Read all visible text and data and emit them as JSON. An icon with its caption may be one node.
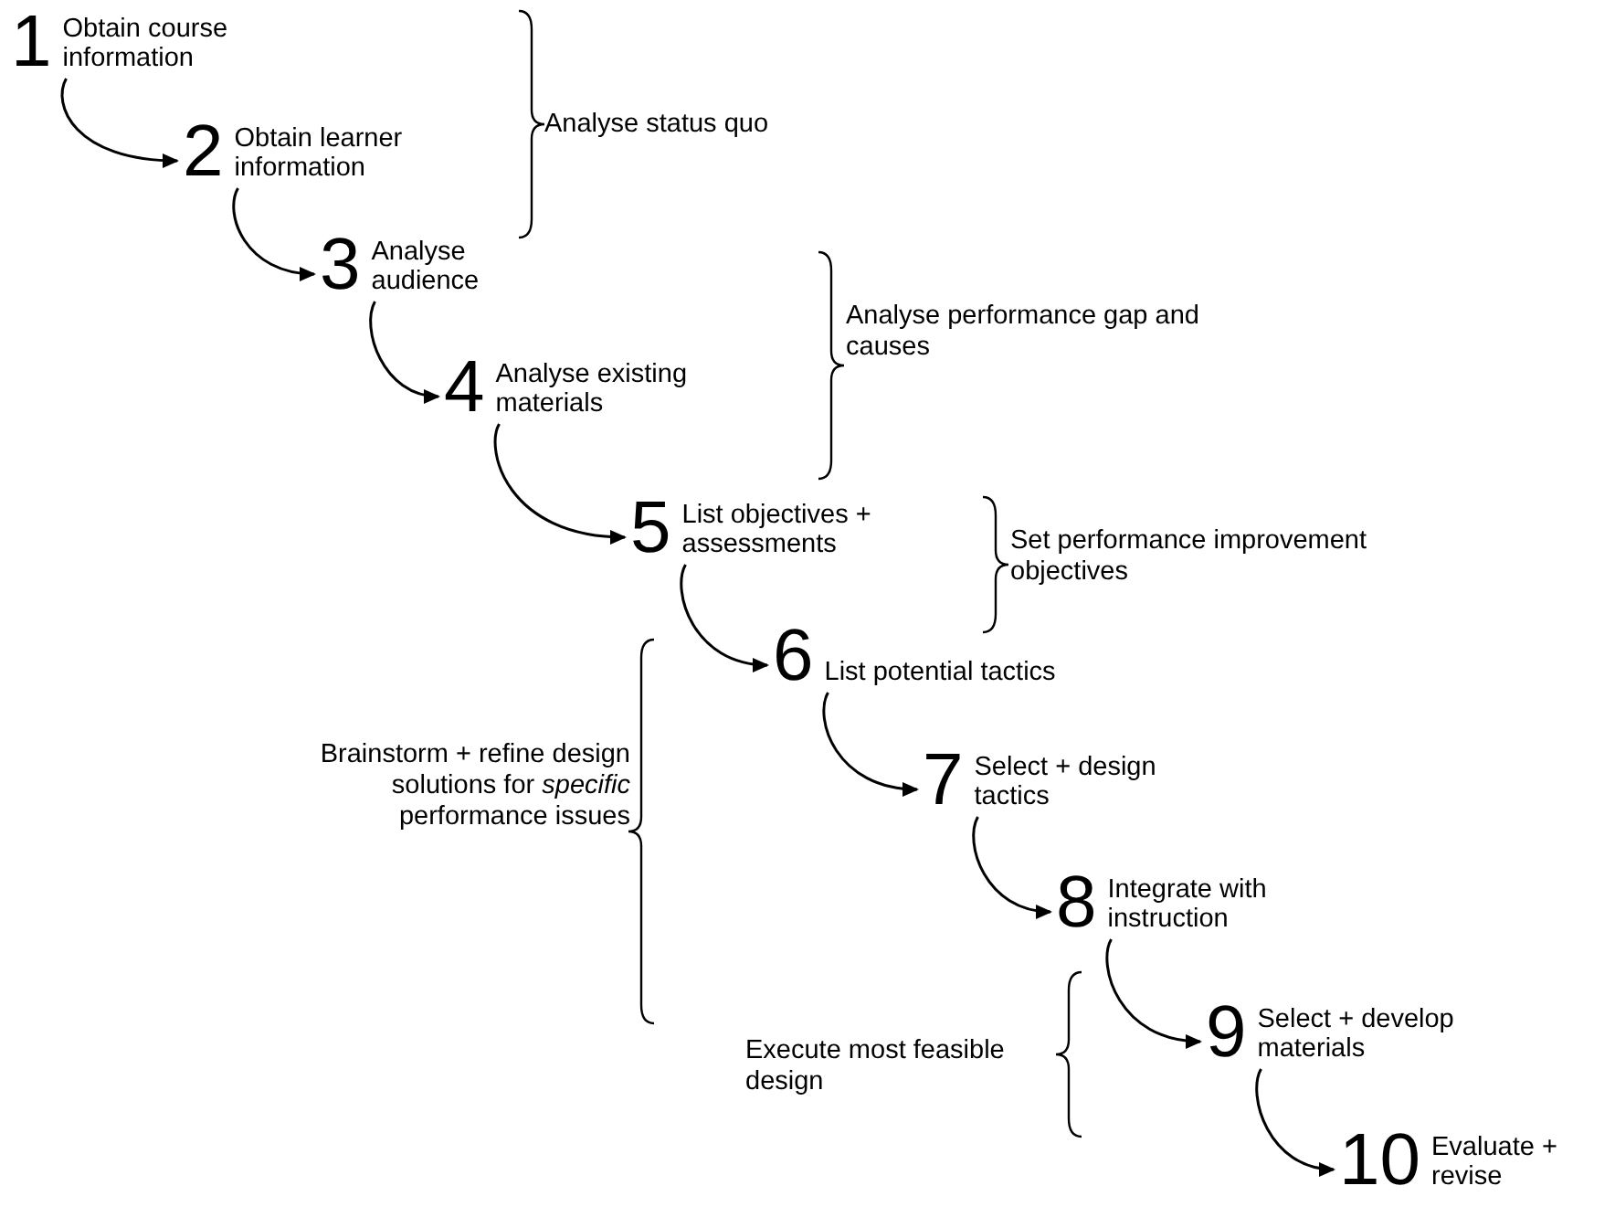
{
  "diagram": {
    "nodes": [
      {
        "text": [
          "1",
          "Obtain course information"
        ]
      },
      {
        "text": [
          "2",
          "Obtain learner information"
        ]
      },
      {
        "text": [
          "3",
          "Analyse audience"
        ]
      },
      {
        "text": [
          "4",
          "Analyse existing materials"
        ]
      },
      {
        "text": [
          "5",
          "List objectives + assessments"
        ]
      },
      {
        "text": [
          "6",
          "List potential tactics"
        ]
      },
      {
        "text": [
          "7",
          "Select + design tactics"
        ]
      },
      {
        "text": [
          "8",
          "Integrate with instruction"
        ]
      },
      {
        "text": [
          "9",
          "Select + develop materials"
        ]
      },
      {
        "text": [
          "10",
          "Evaluate + revise"
        ]
      }
    ],
    "edges": [
      {
        "from": 0,
        "to": 1,
        "arrow": "to"
      },
      {
        "from": 1,
        "to": 2,
        "arrow": "to"
      },
      {
        "from": 2,
        "to": 3,
        "arrow": "to"
      },
      {
        "from": 3,
        "to": 4,
        "arrow": "to"
      },
      {
        "from": 4,
        "to": 5,
        "arrow": "to"
      },
      {
        "from": 5,
        "to": 6,
        "arrow": "to"
      },
      {
        "from": 6,
        "to": 7,
        "arrow": "to"
      },
      {
        "from": 7,
        "to": 8,
        "arrow": "to"
      },
      {
        "from": 8,
        "to": 9,
        "arrow": "to"
      }
    ],
    "labels": [
      "Analyse status quo",
      "Analyse performance gap and causes",
      "Set performance improvement objectives",
      "Brainstorm + refine design solutions for *specific* performance issues",
      "Execute most feasible design"
    ]
  }
}
